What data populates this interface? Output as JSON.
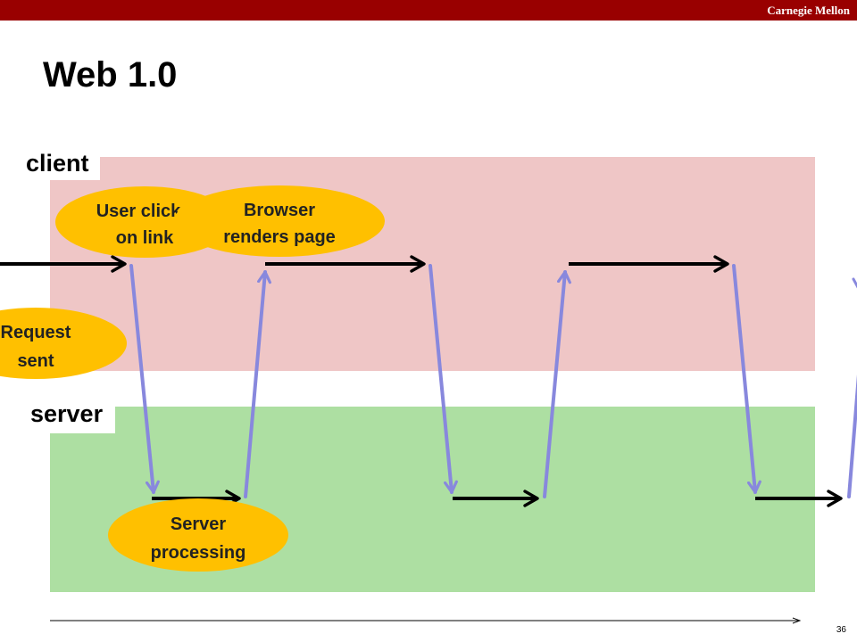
{
  "header": {
    "brand": "Carnegie Mellon"
  },
  "slide": {
    "title": "Web 1.0",
    "page_number": "36"
  },
  "lanes": {
    "client": "client",
    "server": "server"
  },
  "bubbles": {
    "user_click": [
      "User click",
      "on link"
    ],
    "browser_renders": [
      "Browser",
      "renders page"
    ],
    "request_sent": [
      "Request",
      "sent"
    ],
    "server_processing": [
      "Server",
      "processing"
    ]
  },
  "colors": {
    "brand_bar": "#990000",
    "client_lane": "#efc6c6",
    "server_lane": "#addfa2",
    "bubble": "#ffc000",
    "request_arrow": "#8888dd",
    "process_arrow": "#000000"
  }
}
